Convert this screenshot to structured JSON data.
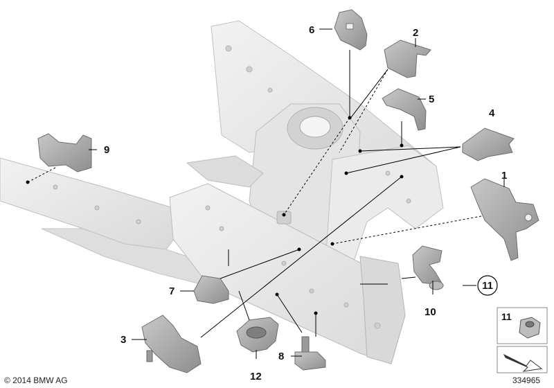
{
  "callouts": {
    "c1": "1",
    "c2": "2",
    "c3": "3",
    "c4": "4",
    "c5": "5",
    "c6": "6",
    "c7": "7",
    "c8": "8",
    "c9": "9",
    "c10": "10",
    "c11": "11",
    "c12": "12"
  },
  "legend": {
    "number": "11"
  },
  "footer": {
    "copyright": "© 2014 BMW AG",
    "diagram_number": "334965"
  },
  "colors": {
    "body_light": "#eeeeee",
    "body_mid": "#d6d6d6",
    "body_edge": "#bdbdbd",
    "part_dark": "#9a9a9a",
    "part_mid": "#b8b8b8",
    "line": "#000000"
  }
}
